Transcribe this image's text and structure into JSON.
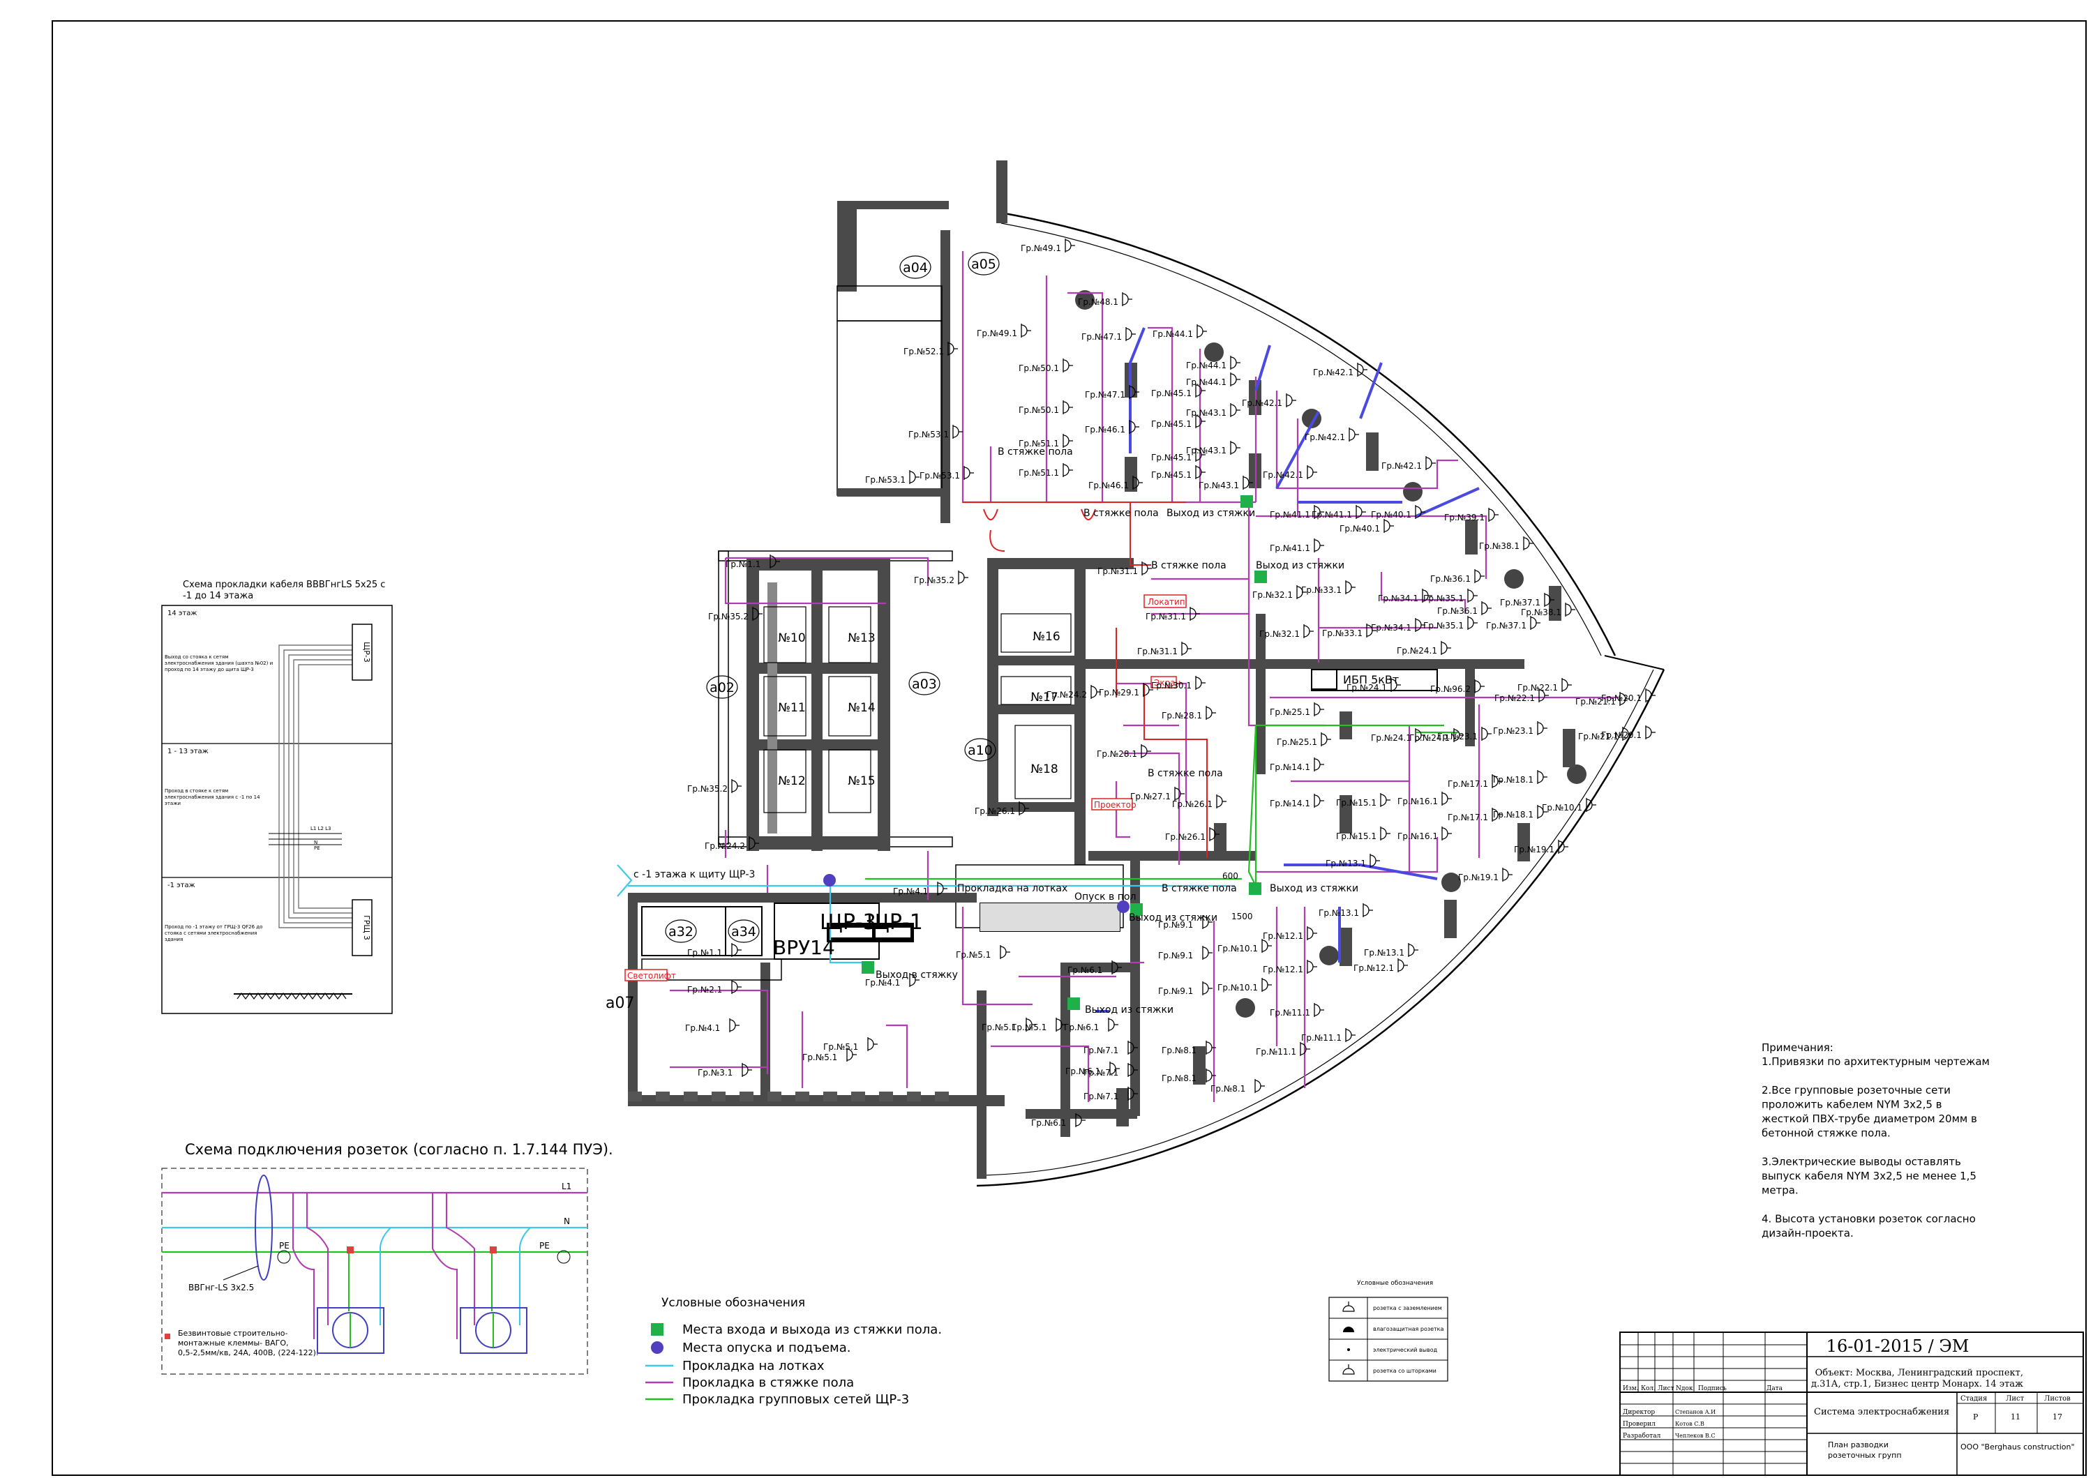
{
  "drawing": {
    "stamp_code": "16-01-2015 / ЭМ",
    "object_line1": "Объект: Москва, Ленинградский проспект,",
    "object_line2": "д.31А, стр.1, Бизнес центр Монарх. 14 этаж",
    "system": "Система электроснабжения",
    "sheet_title_1": "План разводки",
    "sheet_title_2": "розеточных групп",
    "company": "ООО \"Berghaus construction\"",
    "col_headers": [
      "Изм.",
      "Кол.",
      "Лист",
      "Nдок.",
      "Подпись",
      "Дата"
    ],
    "stage_headers": [
      "Стадия",
      "Лист",
      "Листов"
    ],
    "stage": "Р",
    "sheet": "11",
    "sheets": "17",
    "roles": [
      {
        "role": "Директор",
        "name": "Степанов А.И"
      },
      {
        "role": "Проверил",
        "name": "Котов С.В"
      },
      {
        "role": "Разработал",
        "name": "Чеплеков В.С"
      }
    ]
  },
  "notes": {
    "title": "Примечания:",
    "lines": [
      "1.Привязки по архитектурным чертежам",
      "",
      "2.Все групповые розеточные сети",
      "проложить кабелем NYM 3х2,5 в",
      "жесткой ПВХ-трубе диаметром 20мм в",
      "бетонной стяжке пола.",
      "",
      "3.Электрические выводы оставлять",
      "выпуск кабеля NYM 3х2,5 не менее 1,5",
      "метра.",
      "",
      "4. Высота установки розеток согласно",
      "дизайн-проекта."
    ]
  },
  "legend_main": {
    "title": "Условные обозначения",
    "items": [
      {
        "label": "Места входа и выхода из стяжки пола.",
        "kind": "square",
        "color": "#2aa84a"
      },
      {
        "label": "Места опуска и подъема.",
        "kind": "circle",
        "color": "#5040c0"
      },
      {
        "label": "Прокладка на лотках",
        "kind": "line",
        "color": "#3cc8e8"
      },
      {
        "label": "Прокладка в стяжке пола",
        "kind": "line",
        "color": "#b03cb0"
      },
      {
        "label": "Прокладка групповых сетей ЩР-3",
        "kind": "line",
        "color": "#20c020"
      }
    ]
  },
  "legend_small": {
    "title": "Условные обозначения",
    "items": [
      "розетка с заземлением",
      "влагозащитная розетка",
      "электрический вывод",
      "розетка со шторками"
    ]
  },
  "cable_scheme": {
    "title_1": "Схема прокладки кабеля ВВВГнгLS 5х25 с",
    "title_2": "-1 до 14 этажа",
    "sections": [
      {
        "level": "14 этаж",
        "text": "Выход со стояка к сетям электроснабжения здания (шахта №02) и проход по 14 этажу до щита ЩР-3"
      },
      {
        "level": "1 - 13 этаж",
        "text": "Проход в стояке к сетям электроснабжения здания с -1 по 14 этажи"
      },
      {
        "level": "-1 этаж",
        "text": "Проход по -1 этажу от ГРЩ-3 QF26 до стояка с сетями электроснабжения здания"
      }
    ],
    "box_top": "ЩР-3",
    "box_bottom": "ГРЩ 3",
    "bus_labels": [
      "L1 L2 L3",
      "N",
      "PE"
    ]
  },
  "socket_scheme": {
    "title": "Схема подключения розеток (согласно п. 1.7.144 ПУЭ).",
    "cable": "ВВГнг-LS 3х2.5",
    "wires": [
      "L1",
      "N",
      "PE"
    ],
    "terminal_note_1": "Безвинтовые строительно-",
    "terminal_note_2": "монтажные клеммы- ВАГО,",
    "terminal_note_3": "0,5-2,5мм/кв, 24А, 400В, (224-122)."
  },
  "plan": {
    "rooms": [
      "a04",
      "a05",
      "a02",
      "a03",
      "a10",
      "a32",
      "a34",
      "a07",
      "№10",
      "№11",
      "№12",
      "№13",
      "№14",
      "№15",
      "№16",
      "№17",
      "№18"
    ],
    "panels": [
      "ЩР-3",
      "ЩР-1",
      "ВРУ14"
    ],
    "ups": "ИБП 5кВт",
    "labels": [
      "В стяжке пола",
      "В стяжке пола",
      "Выход из стяжки",
      "В стяжке пола",
      "Выход из стяжки",
      "В стяжке пола",
      "Прокладка на лотках",
      "Опуск в пол",
      "В стяжке пола",
      "Выход из стяжки",
      "Выход из стяжки",
      "Выход в стяжку",
      "Выход из стяжки",
      "с -1 этажа к щиту ЩР-3"
    ],
    "red_tags": [
      "Локатип",
      "Экран",
      "Проектор",
      "Светолифт"
    ],
    "dims": [
      "600",
      "1500"
    ],
    "groups": [
      "Гр.№49.1",
      "Гр.№48.1",
      "Гр.№47.1",
      "Гр.№49.1",
      "Гр.№50.1",
      "Гр.№47.1",
      "Гр.№50.1",
      "Гр.№46.1",
      "Гр.№51.1",
      "Гр.№51.1",
      "Гр.№46.1",
      "Гр.№52.1",
      "Гр.№53.1",
      "Гр.№53.1",
      "Гр.№53.1",
      "Гр.№44.1",
      "Гр.№44.1",
      "Гр.№44.1",
      "Гр.№45.1",
      "Гр.№45.1",
      "Гр.№45.1",
      "Гр.№45.1",
      "Гр.№43.1",
      "Гр.№43.1",
      "Гр.№43.1",
      "Гр.№42.1",
      "Гр.№42.1",
      "Гр.№42.1",
      "Гр.№42.1",
      "Гр.№42.1",
      "Гр.№41.1",
      "Гр.№41.1",
      "Гр.№41.1",
      "Гр.№40.1",
      "Гр.№40.1",
      "Гр.№39.1",
      "Гр.№38.1",
      "Гр.№38.1",
      "Гр.№37.1",
      "Гр.№37.1",
      "Гр.№36.1",
      "Гр.№36.1",
      "Гр.№35.1",
      "Гр.№35.1",
      "Гр.№34.1",
      "Гр.№34.1",
      "Гр.№33.1",
      "Гр.№33.1",
      "Гр.№32.1",
      "Гр.№32.1",
      "Гр.№31.1",
      "Гр.№31.1",
      "Гр.№31.1",
      "Гр.№30.1",
      "Гр.№29.1",
      "Гр.№28.1",
      "Гр.№28.1",
      "Гр.№27.1",
      "Гр.№26.1",
      "Гр.№26.1",
      "Гр.№26.1",
      "Гр.№25.1",
      "Гр.№25.1",
      "Гр.№24.1",
      "Гр.№24.1",
      "Гр.№24.1",
      "Гр.№24.1",
      "Гр.№23.1",
      "Гр.№23.1",
      "Гр.№22.1",
      "Гр.№22.1",
      "Гр.№21.1",
      "Гр.№21.1",
      "Гр.№20.1",
      "Гр.№20.1",
      "Гр.№96.2",
      "Гр.№14.1",
      "Гр.№14.1",
      "Гр.№15.1",
      "Гр.№15.1",
      "Гр.№16.1",
      "Гр.№16.1",
      "Гр.№17.1",
      "Гр.№17.1",
      "Гр.№18.1",
      "Гр.№18.1",
      "Гр.№19.1",
      "Гр.№19.1",
      "Гр.№10.1",
      "Гр.№13.1",
      "Гр.№13.1",
      "Гр.№13.1",
      "Гр.№12.1",
      "Гр.№12.1",
      "Гр.№12.1",
      "Гр.№11.1",
      "Гр.№11.1",
      "Гр.№11.1",
      "Гр.№10.1",
      "Гр.№10.1",
      "Гр.№9.1",
      "Гр.№9.1",
      "Гр.№9.1",
      "Гр.№8.1",
      "Гр.№8.1",
      "Гр.№8.1",
      "Гр.№7.1",
      "Гр.№7.1",
      "Гр.№7.1",
      "Гр.№6.1",
      "Гр.№6.1",
      "Гр.№6.1",
      "Гр.№6.1",
      "Гр.№5.1",
      "Гр.№5.1",
      "Гр.№5.1",
      "Гр.№5.1",
      "Гр.№5.1",
      "Гр.№4.1",
      "Гр.№4.1",
      "Гр.№4.1",
      "Гр.№3.1",
      "Гр.№2.1",
      "Гр.№1.1",
      "Гр.№1.1",
      "Гр.№35.2",
      "Гр.№35.2",
      "Гр.№35.2",
      "Гр.№24.2",
      "Гр.№24.2"
    ]
  }
}
